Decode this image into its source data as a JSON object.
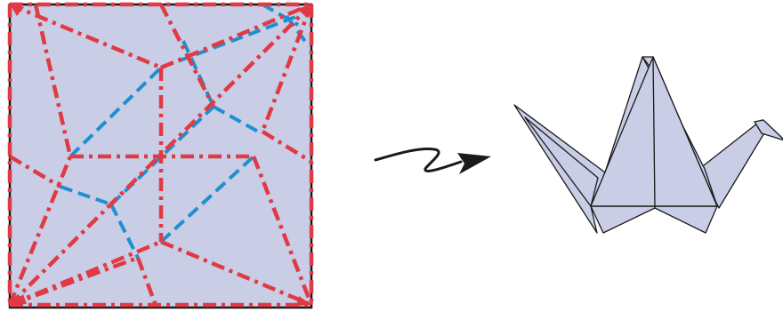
{
  "diagram": {
    "colors": {
      "background": "#ffffff",
      "paper_fill": "#c9cde6",
      "paper_border": "#1a1a1a",
      "mountain_fold": "#e03a45",
      "valley_fold": "#1e90d0",
      "crane_fill": "#c9cde6",
      "crane_outline": "#1a1a1a",
      "arrow": "#1a1a1a"
    },
    "legend": {
      "mountain_fold_style": "dash-dot",
      "valley_fold_style": "dashed"
    },
    "crease_pattern_icon": "origami-crease-pattern",
    "transform_icon": "squiggle-arrow-icon",
    "result_icon": "origami-crane-icon"
  }
}
